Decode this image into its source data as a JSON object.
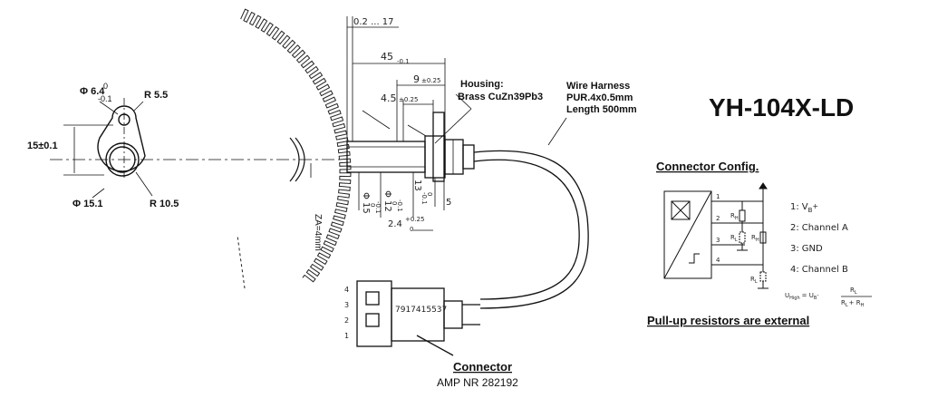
{
  "title": "YH-104X-LD",
  "mount": {
    "hole_dia": "Φ 6.4",
    "hole_tol_upper": "0",
    "hole_tol_lower": "-0.1",
    "radius_small": "R 5.5",
    "height": "15±0.1",
    "outer_dia": "Φ 15.1",
    "radius_large": "R 10.5"
  },
  "dims": {
    "gap": "0.2 ... 17",
    "length": "45",
    "length_tol": "-0.1",
    "d9": "9",
    "d9_tol": "±0.25",
    "d45": "4.5",
    "d45_tol": "±0.25",
    "air_gap": "ZA=4mm",
    "dia15": "Φ 15",
    "dia15_tol_up": "0",
    "dia15_tol_dn": "-0.1",
    "dia12": "Φ 12",
    "dia12_tol_up": "0",
    "dia12_tol_dn": "-0.1",
    "d13": "13",
    "d13_tol_up": "-0.1",
    "d13_tol_dn": "0",
    "d5": "5",
    "d24": "2.4",
    "d24_tol_up": "+0.25",
    "d24_tol_dn": "0"
  },
  "housing": {
    "label": "Housing:",
    "material": "Brass CuZn39Pb3"
  },
  "harness": {
    "label": "Wire Harness",
    "spec": "PUR.4x0.5mm",
    "length": "Length 500mm"
  },
  "connector": {
    "label": "Connector",
    "part": "AMP NR 282192",
    "code": "7917415537",
    "pins": [
      "4",
      "3",
      "2",
      "1"
    ]
  },
  "config": {
    "heading": "Connector Config.",
    "pins": [
      {
        "num": "1:",
        "name": "V"
      },
      {
        "num": "2:",
        "name": "Channel A"
      },
      {
        "num": "3:",
        "name": "GND"
      },
      {
        "num": "4:",
        "name": "Channel B"
      }
    ],
    "vb_sub": "B",
    "vb_plus": "+",
    "pin_nums": [
      "1",
      "2",
      "3",
      "4"
    ],
    "rh": "R",
    "rh_sub": "H",
    "rl": "R",
    "rl_sub": "L",
    "formula_left": "U",
    "formula_left_sub": "High",
    "formula_eq": "= U",
    "formula_b": "B",
    "formula_dot": "·",
    "formula_num": "R",
    "formula_num_sub": "L",
    "formula_den": "R",
    "formula_den_sub1": "L",
    "formula_plus": "+ R",
    "formula_den_sub2": "H",
    "note": "Pull-up resistors are external"
  }
}
